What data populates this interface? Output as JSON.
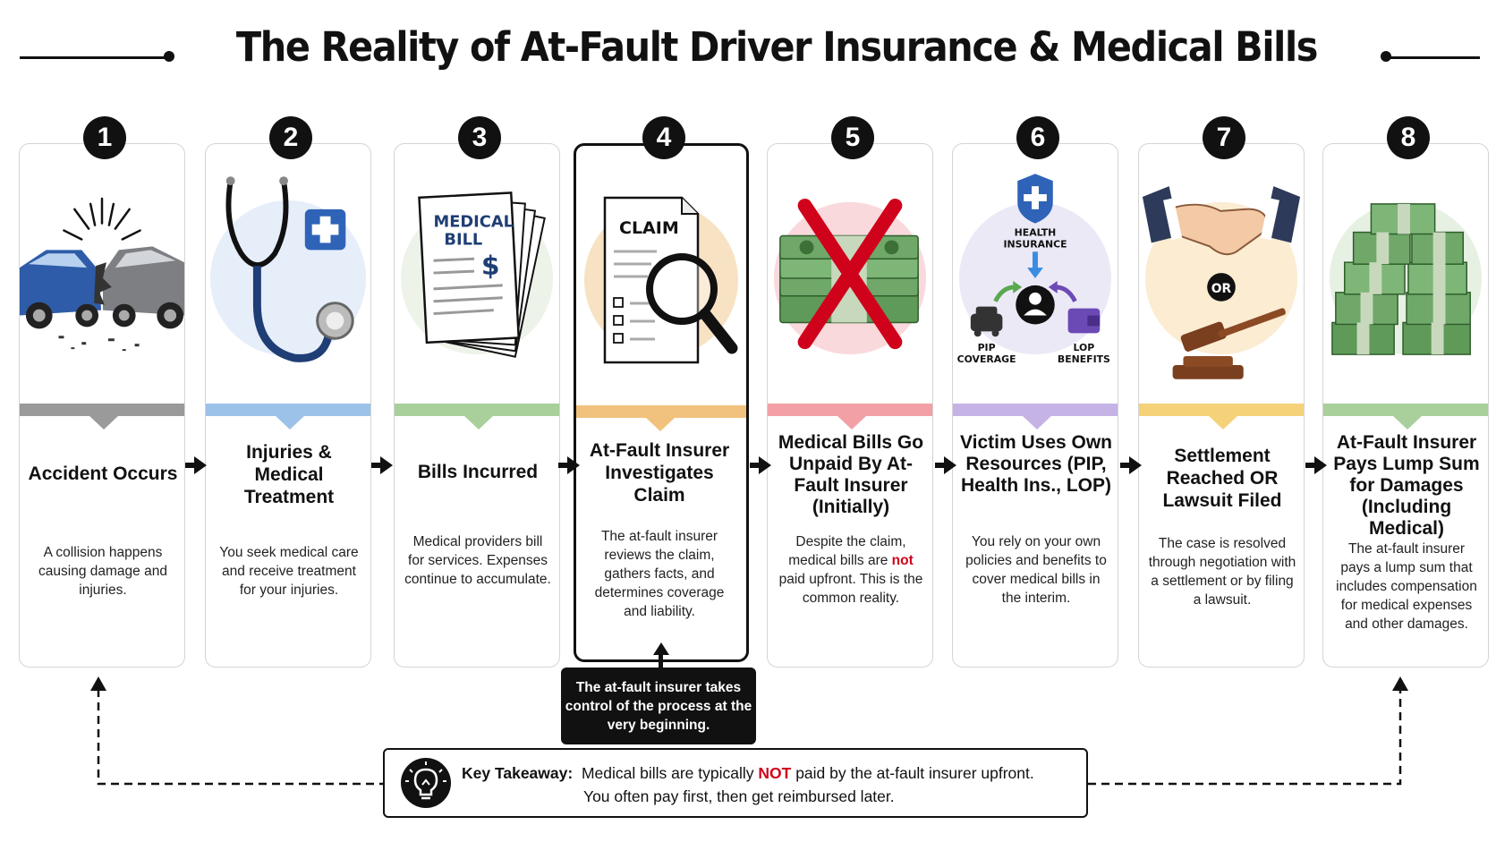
{
  "title": "The Reality of At-Fault Driver Insurance & Medical Bills",
  "steps": [
    {
      "num": "1",
      "heading": "Accident Occurs",
      "description": "A collision happens causing damage and injuries.",
      "accent": "#9a9a9a"
    },
    {
      "num": "2",
      "heading": "Injuries & Medical Treatment",
      "description": "You seek medical care and receive treatment for your injuries.",
      "accent": "#9cc2ea"
    },
    {
      "num": "3",
      "heading": "Bills Incurred",
      "description": "Medical providers bill for services. Expenses continue to accumulate.",
      "accent": "#a9cf9a"
    },
    {
      "num": "4",
      "heading": "At-Fault Insurer Investigates Claim",
      "description": "The at-fault insurer reviews the claim, gathers facts, and determines coverage and liability.",
      "accent": "#f1c27d"
    },
    {
      "num": "5",
      "heading": "Medical Bills Go Unpaid By At-Fault Insurer (Initially)",
      "description_parts": [
        "Despite the claim, medical bills are ",
        "not",
        " paid upfront. This is the common reality."
      ],
      "accent": "#f2a0a6"
    },
    {
      "num": "6",
      "heading": "Victim Uses Own Resources (PIP, Health Ins., LOP)",
      "description": "You rely on your own policies and benefits to cover medical bills in the interim.",
      "accent": "#c6b3e6"
    },
    {
      "num": "7",
      "heading": "Settlement Reached OR Lawsuit Filed",
      "description": "The case is resolved through negotiation with a settlement or by filing a lawsuit.",
      "accent": "#f5d27a"
    },
    {
      "num": "8",
      "heading": "At-Fault Insurer Pays Lump Sum for Damages (Including Medical)",
      "description": "The at-fault insurer pays a lump sum that includes compensation for medical expenses and other damages.",
      "accent": "#a9cf9a"
    }
  ],
  "illustrations": {
    "medical_bill_line1": "MEDICAL",
    "medical_bill_line2": "BILL",
    "claim_label": "CLAIM",
    "health_insurance_line1": "HEALTH",
    "health_insurance_line2": "INSURANCE",
    "pip_line1": "PIP",
    "pip_line2": "COVERAGE",
    "lop_line1": "LOP",
    "lop_line2": "BENEFITS",
    "or_label": "OR"
  },
  "callout": {
    "text": "The at-fault insurer takes control of the process at the very beginning."
  },
  "takeaway": {
    "label": "Key Takeaway:",
    "line1_before": "Medical bills are typically ",
    "line1_emph": "NOT",
    "line1_after": " paid by the at-fault insurer upfront.",
    "line2": "You often pay first, then get reimbursed later."
  },
  "colors": {
    "accent_red": "#d0021b",
    "ink": "#111111",
    "money_green": "#4f8a4a"
  }
}
